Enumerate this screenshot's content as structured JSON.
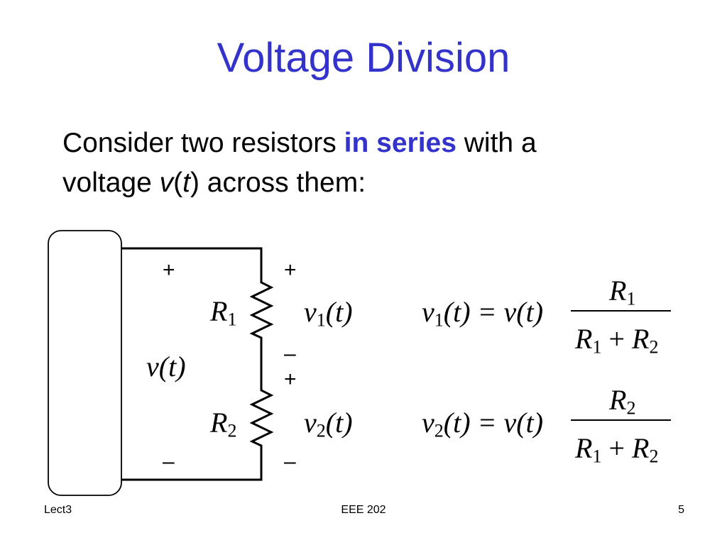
{
  "title": "Voltage Division",
  "intro": {
    "part1": "Consider two resistors ",
    "highlight": "in series",
    "part2": " with a",
    "part3": "voltage ",
    "v": "v",
    "open": "(",
    "t": "t",
    "close": ")",
    "part4": " across them:"
  },
  "circuit": {
    "source_voltage": "v(t)",
    "source_plus": "+",
    "source_minus": "–",
    "r1": {
      "letter": "R",
      "sub": "1"
    },
    "r2": {
      "letter": "R",
      "sub": "2"
    },
    "v1": {
      "letter": "v",
      "sub": "1",
      "arg": "(t)"
    },
    "v2": {
      "letter": "v",
      "sub": "2",
      "arg": "(t)"
    },
    "r1_plus": "+",
    "r1_minus": "–",
    "r2_plus": "+",
    "r2_minus": "–"
  },
  "equations": [
    {
      "lhs_letter": "v",
      "lhs_sub": "1",
      "lhs_rest": "(t) = v(t)",
      "num_letter": "R",
      "num_sub": "1",
      "den": {
        "a": "R",
        "a_sub": "1",
        "op": " + ",
        "b": "R",
        "b_sub": "2"
      }
    },
    {
      "lhs_letter": "v",
      "lhs_sub": "2",
      "lhs_rest": "(t) = v(t)",
      "num_letter": "R",
      "num_sub": "2",
      "den": {
        "a": "R",
        "a_sub": "1",
        "op": " + ",
        "b": "R",
        "b_sub": "2"
      }
    }
  ],
  "footer": {
    "left": "Lect3",
    "center": "EEE 202",
    "right": "5"
  },
  "colors": {
    "title": "#3333cc",
    "highlight": "#3333cc",
    "text": "#000000"
  }
}
